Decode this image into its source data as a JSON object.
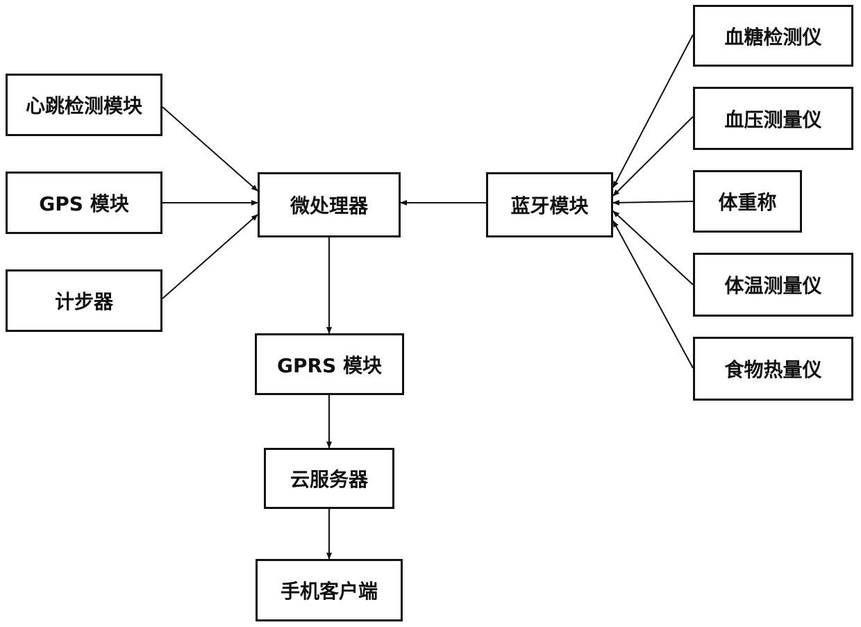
{
  "nodes": {
    "heartbeat": "心跳检测模块",
    "gps": "GPS 模块",
    "pedometer": "计步器",
    "microprocessor": "微处理器",
    "bluetooth": "蓝牙模块",
    "gprs": "GPRS 模块",
    "cloud": "云服务器",
    "phone": "手机客户端",
    "glucose": "血糖检测仪",
    "pressure": "血压测量仪",
    "scale": "体重称",
    "thermometer": "体温测量仪",
    "calorie": "食物热量仪"
  },
  "edges": [
    {
      "from": "heartbeat",
      "to": "microprocessor"
    },
    {
      "from": "gps",
      "to": "microprocessor"
    },
    {
      "from": "pedometer",
      "to": "microprocessor"
    },
    {
      "from": "bluetooth",
      "to": "microprocessor"
    },
    {
      "from": "microprocessor",
      "to": "gprs"
    },
    {
      "from": "gprs",
      "to": "cloud"
    },
    {
      "from": "cloud",
      "to": "phone"
    },
    {
      "from": "glucose",
      "to": "bluetooth"
    },
    {
      "from": "pressure",
      "to": "bluetooth"
    },
    {
      "from": "scale",
      "to": "bluetooth"
    },
    {
      "from": "thermometer",
      "to": "bluetooth"
    },
    {
      "from": "calorie",
      "to": "bluetooth"
    }
  ],
  "colors": {
    "line": "#111111",
    "border": "#111111"
  }
}
